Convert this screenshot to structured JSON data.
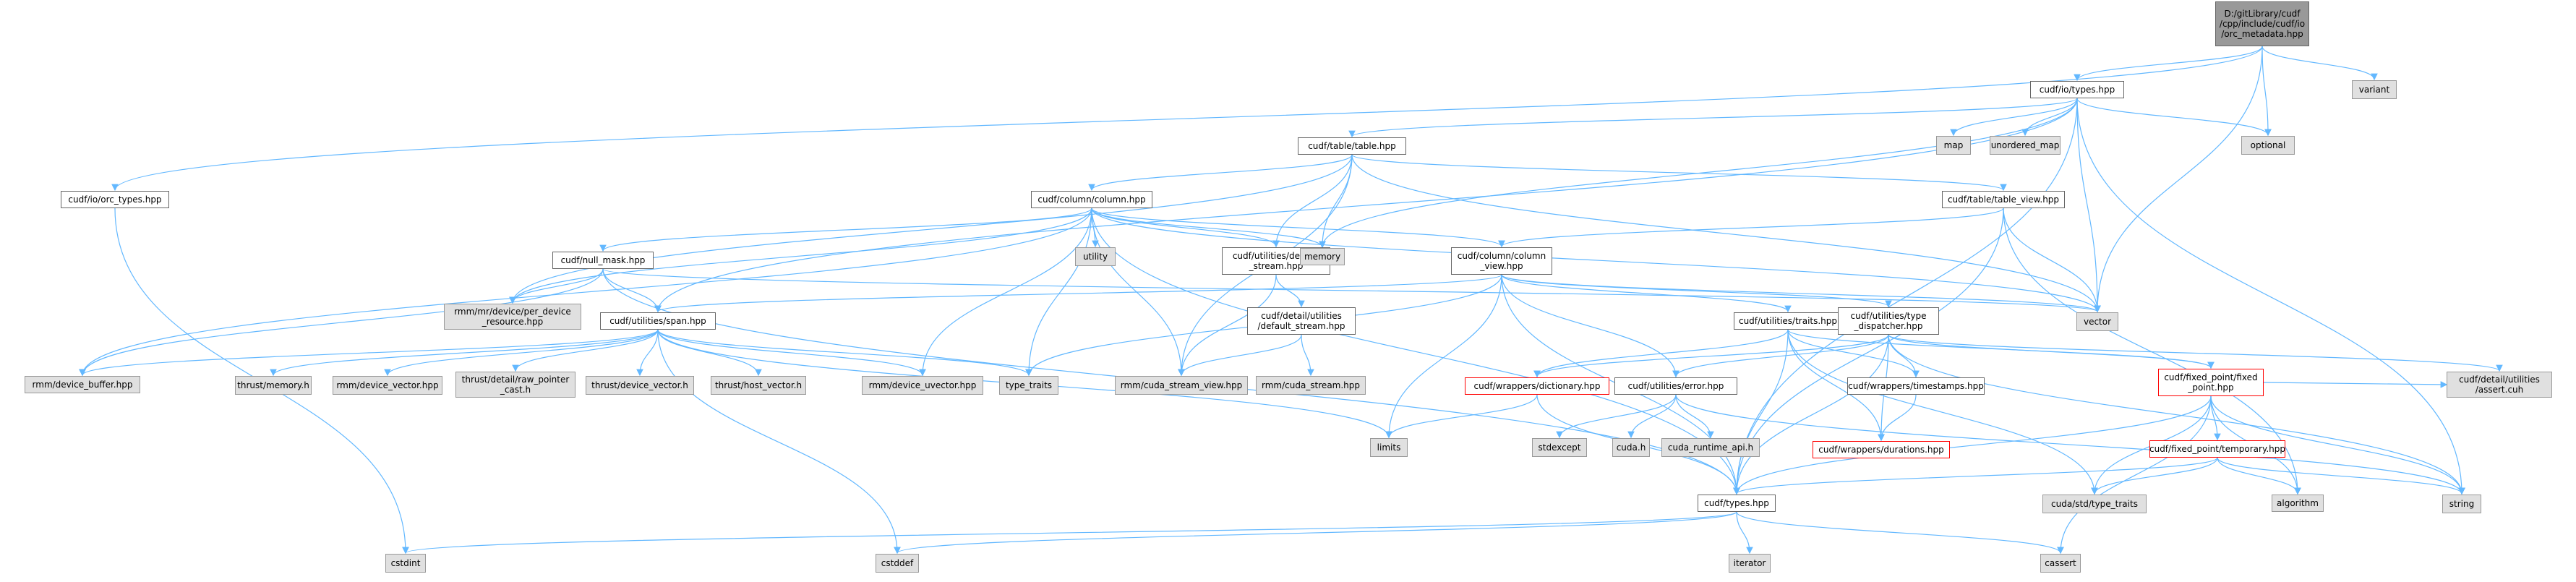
{
  "diagram": {
    "edge_color": "#63b8ff",
    "nodes": [
      {
        "id": "orc_metadata",
        "label": "D:/gitLibrary/cudf\n/cpp/include/cudf/io\n/orc_metadata.hpp",
        "style": "root"
      },
      {
        "id": "io_types",
        "label": "cudf/io/types.hpp",
        "style": "white"
      },
      {
        "id": "variant",
        "label": "variant",
        "style": "gray"
      },
      {
        "id": "table_hpp",
        "label": "cudf/table/table.hpp",
        "style": "white"
      },
      {
        "id": "map",
        "label": "map",
        "style": "gray"
      },
      {
        "id": "unordered_map",
        "label": "unordered_map",
        "style": "gray"
      },
      {
        "id": "optional",
        "label": "optional",
        "style": "gray"
      },
      {
        "id": "orc_types",
        "label": "cudf/io/orc_types.hpp",
        "style": "white"
      },
      {
        "id": "column_hpp",
        "label": "cudf/column/column.hpp",
        "style": "white"
      },
      {
        "id": "table_view",
        "label": "cudf/table/table_view.hpp",
        "style": "white"
      },
      {
        "id": "null_mask",
        "label": "cudf/null_mask.hpp",
        "style": "white"
      },
      {
        "id": "utility",
        "label": "utility",
        "style": "gray"
      },
      {
        "id": "default_stream",
        "label": "cudf/utilities/default\n_stream.hpp",
        "style": "white"
      },
      {
        "id": "memory",
        "label": "memory",
        "style": "gray"
      },
      {
        "id": "column_view",
        "label": "cudf/column/column\n_view.hpp",
        "style": "white"
      },
      {
        "id": "per_device_resource",
        "label": "rmm/mr/device/per_device\n_resource.hpp",
        "style": "gray"
      },
      {
        "id": "span",
        "label": "cudf/utilities/span.hpp",
        "style": "white"
      },
      {
        "id": "vector",
        "label": "vector",
        "style": "gray"
      },
      {
        "id": "detail_default_stream",
        "label": "cudf/detail/utilities\n/default_stream.hpp",
        "style": "white"
      },
      {
        "id": "traits",
        "label": "cudf/utilities/traits.hpp",
        "style": "white"
      },
      {
        "id": "type_dispatcher",
        "label": "cudf/utilities/type\n_dispatcher.hpp",
        "style": "white"
      },
      {
        "id": "device_buffer",
        "label": "rmm/device_buffer.hpp",
        "style": "gray"
      },
      {
        "id": "thrust_memory",
        "label": "thrust/memory.h",
        "style": "gray"
      },
      {
        "id": "device_vector_rmm",
        "label": "rmm/device_vector.hpp",
        "style": "gray"
      },
      {
        "id": "raw_pointer_cast",
        "label": "thrust/detail/raw_pointer\n_cast.h",
        "style": "gray"
      },
      {
        "id": "thrust_device_vector",
        "label": "thrust/device_vector.h",
        "style": "gray"
      },
      {
        "id": "thrust_host_vector",
        "label": "thrust/host_vector.h",
        "style": "gray"
      },
      {
        "id": "device_uvector",
        "label": "rmm/device_uvector.hpp",
        "style": "gray"
      },
      {
        "id": "type_traits",
        "label": "type_traits",
        "style": "gray"
      },
      {
        "id": "cuda_stream_view",
        "label": "rmm/cuda_stream_view.hpp",
        "style": "gray"
      },
      {
        "id": "cuda_stream",
        "label": "rmm/cuda_stream.hpp",
        "style": "gray"
      },
      {
        "id": "dictionary",
        "label": "cudf/wrappers/dictionary.hpp",
        "style": "red"
      },
      {
        "id": "error_hpp",
        "label": "cudf/utilities/error.hpp",
        "style": "white"
      },
      {
        "id": "timestamps",
        "label": "cudf/wrappers/timestamps.hpp",
        "style": "white"
      },
      {
        "id": "fixed_point",
        "label": "cudf/fixed_point/fixed\n_point.hpp",
        "style": "red"
      },
      {
        "id": "assert_cuh",
        "label": "cudf/detail/utilities\n/assert.cuh",
        "style": "gray"
      },
      {
        "id": "limits",
        "label": "limits",
        "style": "gray"
      },
      {
        "id": "stdexcept",
        "label": "stdexcept",
        "style": "gray"
      },
      {
        "id": "cuda_h",
        "label": "cuda.h",
        "style": "gray"
      },
      {
        "id": "cuda_runtime_api",
        "label": "cuda_runtime_api.h",
        "style": "gray"
      },
      {
        "id": "durations",
        "label": "cudf/wrappers/durations.hpp",
        "style": "red"
      },
      {
        "id": "temporary",
        "label": "cudf/fixed_point/temporary.hpp",
        "style": "red"
      },
      {
        "id": "algorithm",
        "label": "algorithm",
        "style": "gray"
      },
      {
        "id": "string",
        "label": "string",
        "style": "gray"
      },
      {
        "id": "cuda_std_type_traits",
        "label": "cuda/std/type_traits",
        "style": "gray"
      },
      {
        "id": "types_hpp",
        "label": "cudf/types.hpp",
        "style": "white"
      },
      {
        "id": "cstdint",
        "label": "cstdint",
        "style": "gray"
      },
      {
        "id": "cstddef",
        "label": "cstddef",
        "style": "gray"
      },
      {
        "id": "cassert",
        "label": "cassert",
        "style": "gray"
      },
      {
        "id": "iterator",
        "label": "iterator",
        "style": "gray"
      }
    ],
    "edges": [
      [
        "orc_metadata",
        "io_types"
      ],
      [
        "orc_metadata",
        "variant"
      ],
      [
        "orc_metadata",
        "optional"
      ],
      [
        "orc_metadata",
        "orc_types"
      ],
      [
        "orc_metadata",
        "vector"
      ],
      [
        "io_types",
        "table_hpp"
      ],
      [
        "io_types",
        "map"
      ],
      [
        "io_types",
        "unordered_map"
      ],
      [
        "io_types",
        "optional"
      ],
      [
        "io_types",
        "span"
      ],
      [
        "io_types",
        "memory"
      ],
      [
        "io_types",
        "vector"
      ],
      [
        "io_types",
        "string"
      ],
      [
        "io_types",
        "types_hpp"
      ],
      [
        "orc_types",
        "cstdint"
      ],
      [
        "table_hpp",
        "column_hpp"
      ],
      [
        "table_hpp",
        "table_view"
      ],
      [
        "table_hpp",
        "default_stream"
      ],
      [
        "table_hpp",
        "memory"
      ],
      [
        "table_hpp",
        "vector"
      ],
      [
        "table_hpp",
        "per_device_resource"
      ],
      [
        "table_hpp",
        "cuda_stream_view"
      ],
      [
        "column_hpp",
        "null_mask"
      ],
      [
        "column_hpp",
        "utility"
      ],
      [
        "column_hpp",
        "default_stream"
      ],
      [
        "column_hpp",
        "memory"
      ],
      [
        "column_hpp",
        "column_view"
      ],
      [
        "column_hpp",
        "vector"
      ],
      [
        "column_hpp",
        "per_device_resource"
      ],
      [
        "column_hpp",
        "device_buffer"
      ],
      [
        "column_hpp",
        "device_uvector"
      ],
      [
        "column_hpp",
        "type_traits"
      ],
      [
        "column_hpp",
        "cuda_stream_view"
      ],
      [
        "column_hpp",
        "types_hpp"
      ],
      [
        "table_view",
        "column_view"
      ],
      [
        "table_view",
        "vector"
      ],
      [
        "table_view",
        "types_hpp"
      ],
      [
        "table_view",
        "algorithm"
      ],
      [
        "null_mask",
        "span"
      ],
      [
        "null_mask",
        "per_device_resource"
      ],
      [
        "null_mask",
        "device_buffer"
      ],
      [
        "null_mask",
        "vector"
      ],
      [
        "null_mask",
        "types_hpp"
      ],
      [
        "default_stream",
        "detail_default_stream"
      ],
      [
        "default_stream",
        "cuda_stream_view"
      ],
      [
        "detail_default_stream",
        "cuda_stream"
      ],
      [
        "detail_default_stream",
        "cuda_stream_view"
      ],
      [
        "column_view",
        "span"
      ],
      [
        "column_view",
        "traits"
      ],
      [
        "column_view",
        "type_dispatcher"
      ],
      [
        "column_view",
        "error_hpp"
      ],
      [
        "column_view",
        "types_hpp"
      ],
      [
        "column_view",
        "limits"
      ],
      [
        "column_view",
        "type_traits"
      ],
      [
        "column_view",
        "vector"
      ],
      [
        "span",
        "device_buffer"
      ],
      [
        "span",
        "thrust_memory"
      ],
      [
        "span",
        "device_vector_rmm"
      ],
      [
        "span",
        "raw_pointer_cast"
      ],
      [
        "span",
        "thrust_device_vector"
      ],
      [
        "span",
        "thrust_host_vector"
      ],
      [
        "span",
        "device_uvector"
      ],
      [
        "span",
        "type_traits"
      ],
      [
        "span",
        "limits"
      ],
      [
        "span",
        "cstddef"
      ],
      [
        "traits",
        "dictionary"
      ],
      [
        "traits",
        "timestamps"
      ],
      [
        "traits",
        "durations"
      ],
      [
        "traits",
        "fixed_point"
      ],
      [
        "traits",
        "types_hpp"
      ],
      [
        "traits",
        "cuda_std_type_traits"
      ],
      [
        "type_dispatcher",
        "error_hpp"
      ],
      [
        "type_dispatcher",
        "timestamps"
      ],
      [
        "type_dispatcher",
        "durations"
      ],
      [
        "type_dispatcher",
        "fixed_point"
      ],
      [
        "type_dispatcher",
        "assert_cuh"
      ],
      [
        "type_dispatcher",
        "string"
      ],
      [
        "type_dispatcher",
        "types_hpp"
      ],
      [
        "type_dispatcher",
        "dictionary"
      ],
      [
        "dictionary",
        "limits"
      ],
      [
        "dictionary",
        "types_hpp"
      ],
      [
        "error_hpp",
        "stdexcept"
      ],
      [
        "error_hpp",
        "cuda_h"
      ],
      [
        "error_hpp",
        "cuda_runtime_api"
      ],
      [
        "error_hpp",
        "string"
      ],
      [
        "timestamps",
        "durations"
      ],
      [
        "fixed_point",
        "temporary"
      ],
      [
        "fixed_point",
        "assert_cuh"
      ],
      [
        "fixed_point",
        "types_hpp"
      ],
      [
        "fixed_point",
        "algorithm"
      ],
      [
        "fixed_point",
        "cassert"
      ],
      [
        "fixed_point",
        "string"
      ],
      [
        "fixed_point",
        "cuda_std_type_traits"
      ],
      [
        "temporary",
        "algorithm"
      ],
      [
        "temporary",
        "string"
      ],
      [
        "temporary",
        "types_hpp"
      ],
      [
        "temporary",
        "cuda_std_type_traits"
      ],
      [
        "types_hpp",
        "cstdint"
      ],
      [
        "types_hpp",
        "cstddef"
      ],
      [
        "types_hpp",
        "cassert"
      ],
      [
        "types_hpp",
        "iterator"
      ]
    ]
  }
}
